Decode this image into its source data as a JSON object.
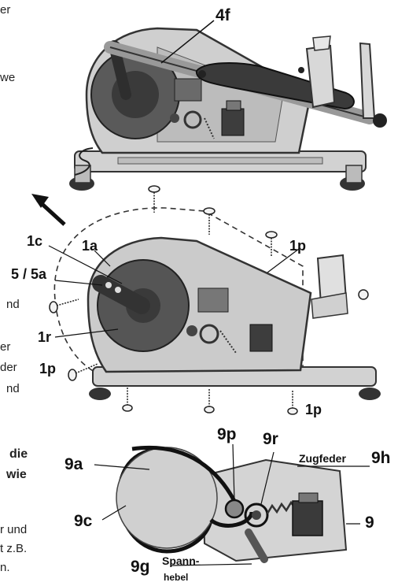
{
  "left_text": {
    "line1": "er",
    "line2": "we",
    "line3": "nd",
    "line4": "er",
    "line5": "der",
    "line6": "nd",
    "line7": "die",
    "line8": "wie",
    "line9": "r und",
    "line10": "t z.B.",
    "line11": "n."
  },
  "labels": {
    "l_4f": "4f",
    "l_1c": "1c",
    "l_1a": "1a",
    "l_5_5a": "5 / 5a",
    "l_1r": "1r",
    "l_1p_left": "1p",
    "l_1p_right": "1p",
    "l_1p_bottom": "1p",
    "l_9a": "9a",
    "l_9c": "9c",
    "l_9p": "9p",
    "l_9r": "9r",
    "l_zugfeder": "Zugfeder",
    "l_9h": "9h",
    "l_9": "9",
    "l_9g": "9g",
    "l_spann": "Spann-",
    "l_hebel": "hebel"
  },
  "colors": {
    "frame": "#c9c9c9",
    "frame_dark": "#9a9a9a",
    "wheel": "#4a4a4a",
    "wheel_dark": "#2e2e2e",
    "panel": "#d6d6d6",
    "ink": "#111111"
  }
}
